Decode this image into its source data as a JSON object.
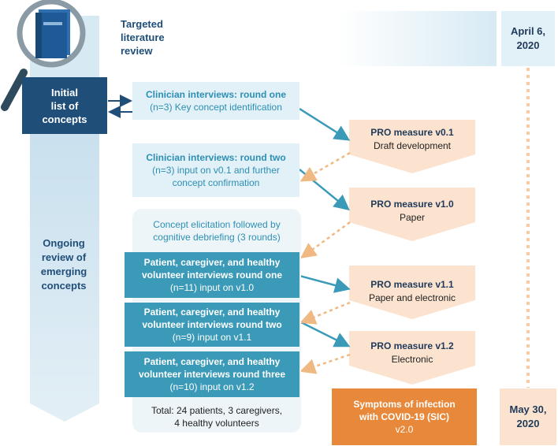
{
  "literature": {
    "title_lines": [
      "Targeted",
      "literature",
      "review"
    ]
  },
  "initial": {
    "lines": [
      "Initial",
      "list of",
      "concepts"
    ]
  },
  "ongoing": {
    "lines": [
      "Ongoing",
      "review of",
      "emerging",
      "concepts"
    ]
  },
  "clinician_one": {
    "title": "Clinician interviews: round one",
    "detail": "(n=3) Key concept identification"
  },
  "clinician_two": {
    "title": "Clinician interviews: round two",
    "detail_lines": [
      "(n=3) input on v0.1 and further",
      "concept confirmation"
    ]
  },
  "elicitation": {
    "lines": [
      "Concept elicitation followed by",
      "cognitive debriefing (3 rounds)"
    ]
  },
  "patient_one": {
    "title_lines": [
      "Patient, caregiver, and healthy",
      "volunteer interviews round one"
    ],
    "detail": "(n=11) input on v1.0"
  },
  "patient_two": {
    "title_lines": [
      "Patient, caregiver, and healthy",
      "volunteer interviews round two"
    ],
    "detail": "(n=9) input on v1.1"
  },
  "patient_three": {
    "title_lines": [
      "Patient, caregiver, and healthy",
      "volunteer interviews round three"
    ],
    "detail": "(n=10) input on v1.2"
  },
  "total": {
    "lines": [
      "Total: 24 patients, 3 caregivers,",
      "4 healthy volunteers"
    ]
  },
  "pro": [
    {
      "title": "PRO measure v0.1",
      "sub": "Draft development"
    },
    {
      "title": "PRO measure v1.0",
      "sub": "Paper"
    },
    {
      "title": "PRO measure v1.1",
      "sub": "Paper and electronic"
    },
    {
      "title": "PRO measure v1.2",
      "sub": "Electronic"
    }
  ],
  "sic": {
    "title_lines": [
      "Symptoms of infection",
      "with COVID-19 (SIC)"
    ],
    "version": "v2.0"
  },
  "dates": {
    "start_lines": [
      "April 6,",
      "2020"
    ],
    "end_lines": [
      "May 30,",
      "2020"
    ]
  },
  "colors": {
    "dark_blue": "#1f4e79",
    "teal": "#3b9ab8",
    "light_blue": "#e2f0f7",
    "peach": "#fbe3cf",
    "orange": "#e8883a",
    "dotted": "#f0b882"
  }
}
